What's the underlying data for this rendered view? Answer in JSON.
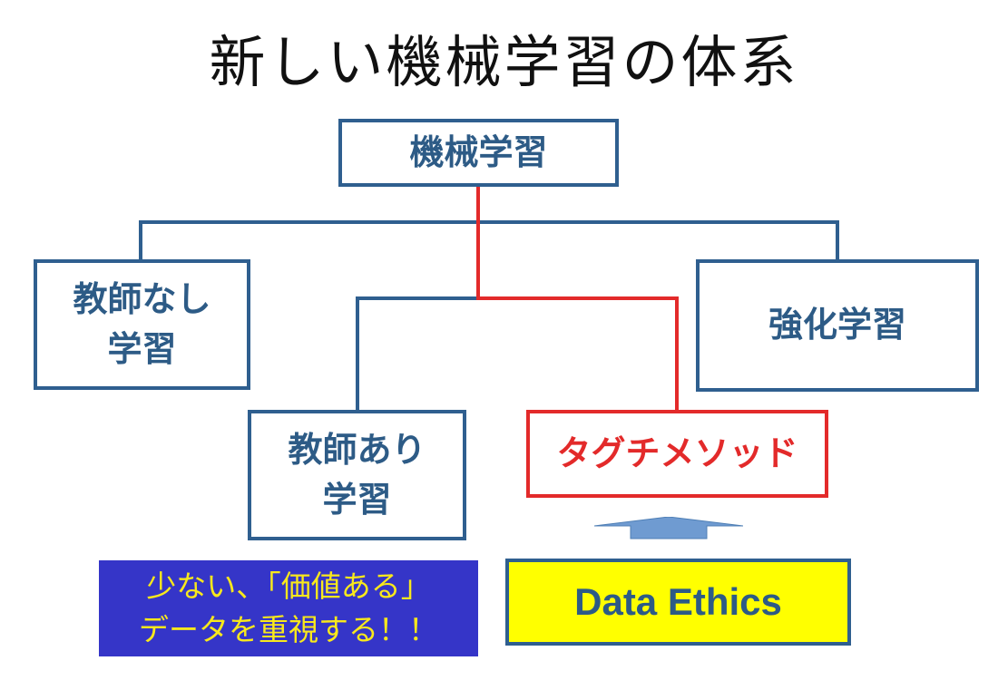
{
  "title": "新しい機械学習の体系",
  "nodes": {
    "root": "機械学習",
    "unsupervised": "教師なし\n学習",
    "reinforcement": "強化学習",
    "supervised": "教師あり\n学習",
    "taguchi": "タグチメソッド"
  },
  "notes": {
    "small_data_line1": "少ない、「価値ある」",
    "small_data_line2": "データを重視する！！",
    "data_ethics": "Data Ethics"
  },
  "colors": {
    "box_border": "#2f5f8f",
    "box_text": "#2d5b86",
    "highlight_red": "#e32a2a",
    "note_blue_bg": "#3535c8",
    "note_blue_text": "#f8e81c",
    "note_yellow_bg": "#ffff00",
    "arrow_fill": "#6f9bd1"
  }
}
